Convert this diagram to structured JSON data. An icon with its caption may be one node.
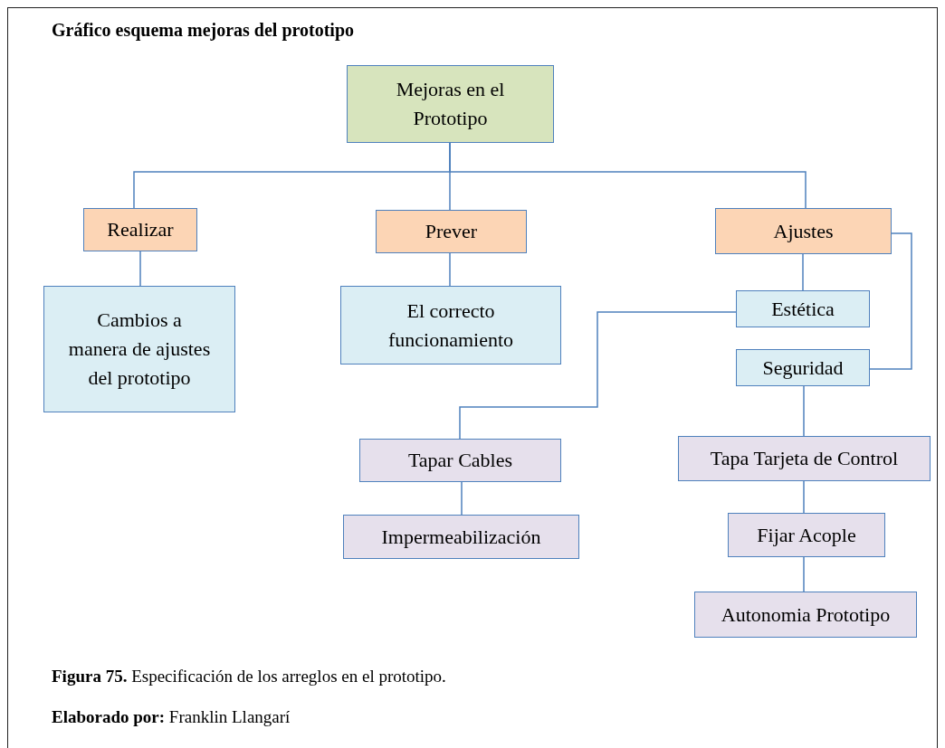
{
  "diagram": {
    "title": "Gráfico esquema mejoras del prototipo",
    "caption": "**Figura 75.** Especificación de los arreglos en el prototipo.",
    "nodes": [
      {
        "text": [
          "Mejoras en el Prototipo"
        ]
      },
      {
        "text": [
          "Realizar"
        ]
      },
      {
        "text": [
          "Prever"
        ]
      },
      {
        "text": [
          "Ajustes"
        ]
      },
      {
        "text": [
          "Cambios a manera de ajustes del prototipo"
        ]
      },
      {
        "text": [
          "El correcto funcionamiento"
        ]
      },
      {
        "text": [
          "Estética"
        ]
      },
      {
        "text": [
          "Seguridad"
        ]
      },
      {
        "text": [
          "Tapar Cables"
        ]
      },
      {
        "text": [
          "Impermeabilización"
        ]
      },
      {
        "text": [
          "Tapa Tarjeta de Control"
        ]
      },
      {
        "text": [
          "Fijar Acople"
        ]
      },
      {
        "text": [
          "Autonomia Prototipo"
        ]
      }
    ],
    "edges": [
      {
        "from": 0,
        "to": 1,
        "arrow": "none"
      },
      {
        "from": 0,
        "to": 2,
        "arrow": "none"
      },
      {
        "from": 0,
        "to": 3,
        "arrow": "none"
      },
      {
        "from": 1,
        "to": 4,
        "arrow": "none"
      },
      {
        "from": 2,
        "to": 5,
        "arrow": "none"
      },
      {
        "from": 3,
        "to": 6,
        "arrow": "none"
      },
      {
        "from": 3,
        "to": 7,
        "arrow": "none"
      },
      {
        "from": 6,
        "to": 8,
        "arrow": "none"
      },
      {
        "from": 8,
        "to": 9,
        "arrow": "none"
      },
      {
        "from": 7,
        "to": 10,
        "arrow": "none"
      },
      {
        "from": 10,
        "to": 11,
        "arrow": "none"
      },
      {
        "from": 11,
        "to": 12,
        "arrow": "none"
      }
    ],
    "labels": [
      "**Elaborado por:** Franklin Llangarí"
    ]
  }
}
